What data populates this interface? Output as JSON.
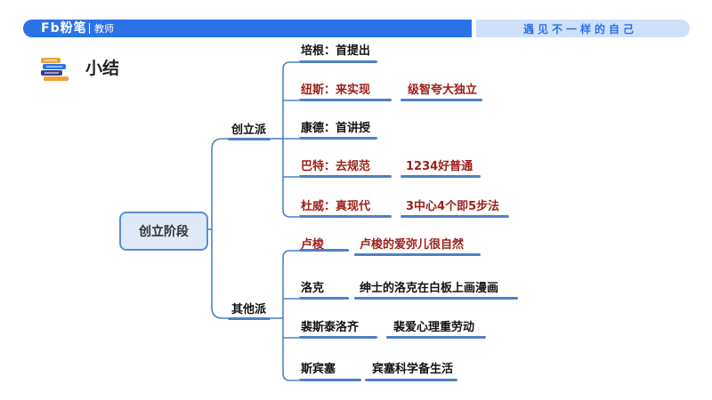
{
  "header": {
    "brand": "Fb粉笔",
    "brand_sub": "教师",
    "slogan": "遇见不一样的自己"
  },
  "summary": {
    "title": "小结"
  },
  "colors": {
    "brand_blue": "#2b72e6",
    "line_blue": "#4f80c4",
    "accent_red": "#9b1e18"
  },
  "mindmap": {
    "root": "创立阶段",
    "branches": [
      {
        "label": "创立派",
        "items": [
          {
            "name": "培根：首提出",
            "detail": "",
            "highlight": false
          },
          {
            "name": "纽斯：来实现",
            "detail": "级智夸大独立",
            "highlight": true
          },
          {
            "name": "康德：首讲授",
            "detail": "",
            "highlight": false
          },
          {
            "name": "巴特：去规范",
            "detail": "1234好普通",
            "highlight": true
          },
          {
            "name": "杜威：真现代",
            "detail": "3中心4个即5步法",
            "highlight": true
          }
        ]
      },
      {
        "label": "其他派",
        "items": [
          {
            "name": "卢梭",
            "detail": "卢梭的爱弥儿很自然",
            "highlight": true
          },
          {
            "name": "洛克",
            "detail": "绅士的洛克在白板上画漫画",
            "highlight": false
          },
          {
            "name": "裴斯泰洛齐",
            "detail": "裴爱心理重劳动",
            "highlight": false
          },
          {
            "name": "斯宾塞",
            "detail": "宾塞科学备生活",
            "highlight": false
          }
        ]
      }
    ]
  }
}
